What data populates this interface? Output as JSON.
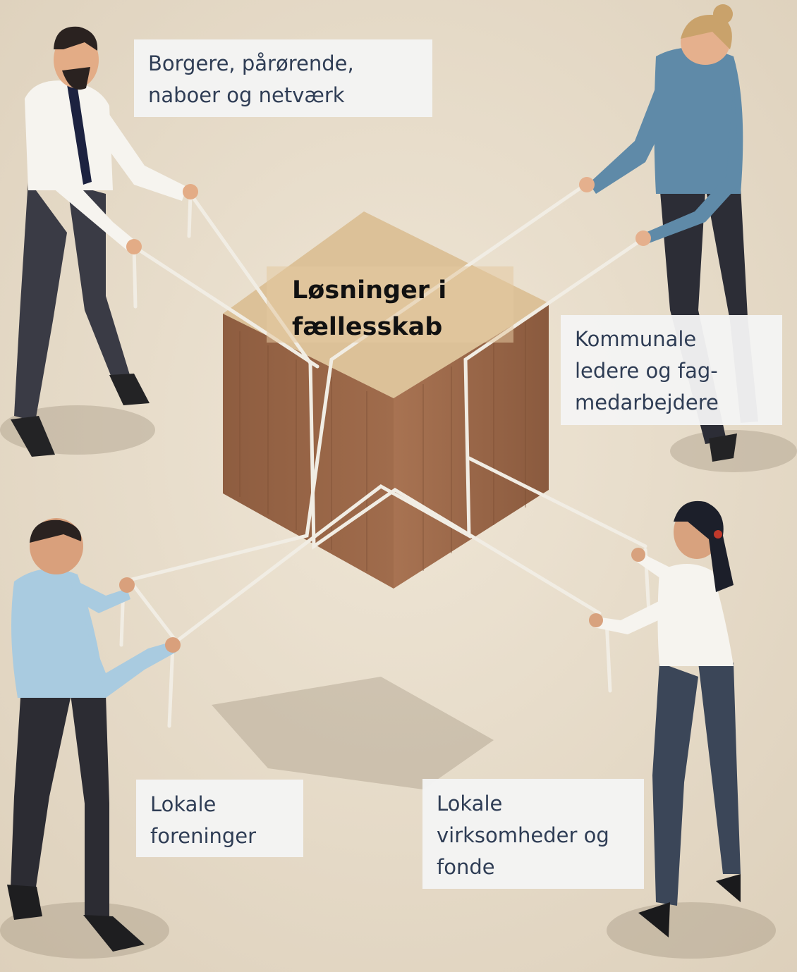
{
  "diagram": {
    "center_label": "Løsninger i\nfællesskab",
    "stakeholders": [
      {
        "id": "top-left",
        "label": "Borgere, pårørende,\nnaboer og netværk"
      },
      {
        "id": "top-right",
        "label": "Kommunale\nledere og fag-\nmedarbejdere"
      },
      {
        "id": "bottom-left",
        "label": "Lokale\nforeninger"
      },
      {
        "id": "bottom-right",
        "label": "Lokale\nvirksomheder og\nfonde"
      }
    ]
  },
  "colors": {
    "background": "#e6dccb",
    "box_top": "#dcc198",
    "box_side": "#9a6848",
    "rope": "#f1ede4",
    "label_bg": "#f4f4f4",
    "label_text": "#2f3d55"
  }
}
